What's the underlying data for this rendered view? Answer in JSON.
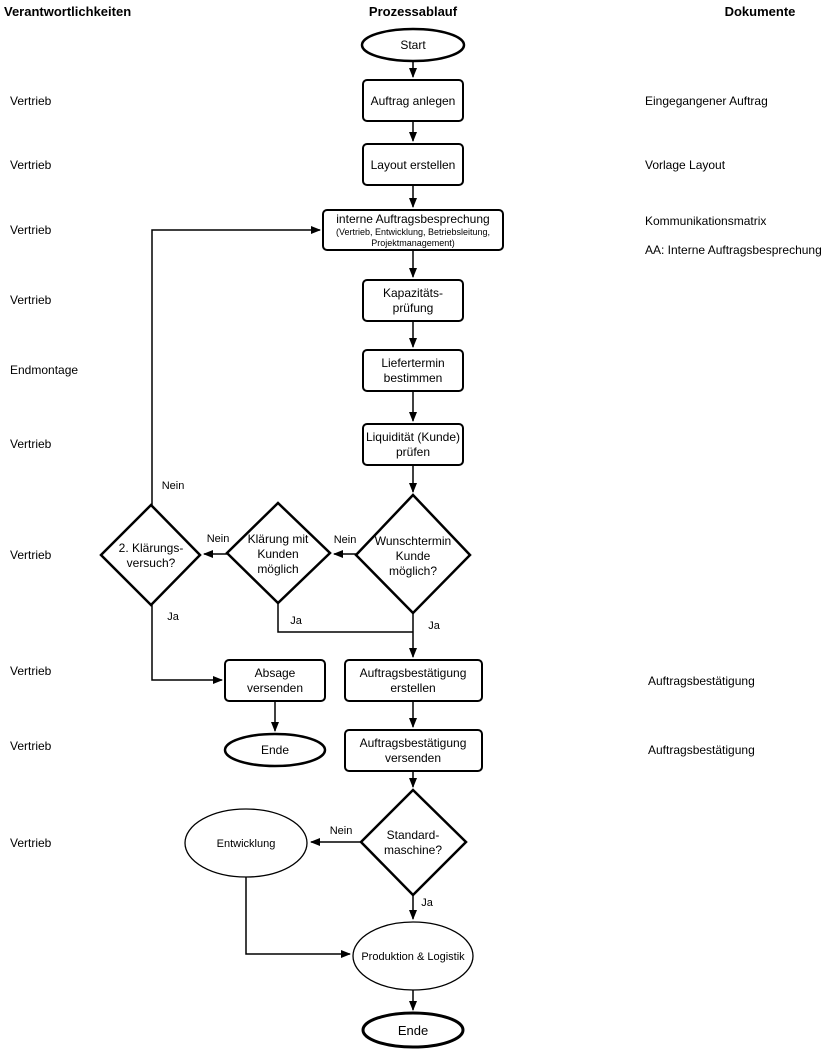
{
  "header": {
    "responsibilities": "Verantwortlichkeiten",
    "process": "Prozessablauf",
    "documents": "Dokumente"
  },
  "responsibilities": [
    "Vertrieb",
    "Vertrieb",
    "Vertrieb",
    "Vertrieb",
    "Endmontage",
    "Vertrieb",
    "Vertrieb",
    "Vertrieb",
    "Vertrieb",
    "Vertrieb"
  ],
  "documents": [
    "Eingegangener Auftrag",
    "Vorlage Layout",
    "Kommunikationsmatrix",
    "AA: Interne Auftragsbesprechung",
    "Auftragsbestätigung",
    "Auftragsbestätigung"
  ],
  "nodes": {
    "start": {
      "type": "terminator",
      "label": "Start"
    },
    "auftrag_anlegen": {
      "type": "process",
      "line1": "Auftrag anlegen"
    },
    "layout_erstellen": {
      "type": "process",
      "line1": "Layout erstellen"
    },
    "interne_besprechung": {
      "type": "process",
      "line1": "interne Auftragsbesprechung",
      "line2": "(Vertrieb, Entwicklung, Betriebsleitung,",
      "line3": "Projektmanagement)"
    },
    "kapazitaetspruefung": {
      "type": "process",
      "line1": "Kapazitäts-",
      "line2": "prüfung"
    },
    "liefertermin": {
      "type": "process",
      "line1": "Liefertermin",
      "line2": "bestimmen"
    },
    "liquiditaet": {
      "type": "process",
      "line1": "Liquidität (Kunde)",
      "line2": "prüfen"
    },
    "wunschtermin": {
      "type": "decision",
      "line1": "Wunschtermin",
      "line2": "Kunde",
      "line3": "möglich?"
    },
    "klaerung": {
      "type": "decision",
      "line1": "Klärung mit",
      "line2": "Kunden",
      "line3": "möglich"
    },
    "klaerungsversuch": {
      "type": "decision",
      "line1": "2. Klärungs-",
      "line2": "versuch?"
    },
    "absage": {
      "type": "process",
      "line1": "Absage",
      "line2": "versenden"
    },
    "bestaetigung_erstellen": {
      "type": "process",
      "line1": "Auftragsbestätigung",
      "line2": "erstellen"
    },
    "ende_absage": {
      "type": "terminator",
      "label": "Ende"
    },
    "bestaetigung_versenden": {
      "type": "process",
      "line1": "Auftragsbestätigung",
      "line2": "versenden"
    },
    "standardmaschine": {
      "type": "decision",
      "line1": "Standard-",
      "line2": "maschine?"
    },
    "entwicklung": {
      "type": "subprocess",
      "label": "Entwicklung"
    },
    "produktion_logistik": {
      "type": "subprocess",
      "label": "Produktion & Logistik"
    },
    "ende": {
      "type": "terminator",
      "label": "Ende"
    }
  },
  "edge_labels": {
    "wunschtermin_nein": "Nein",
    "wunschtermin_ja": "Ja",
    "klaerung_nein": "Nein",
    "klaerung_ja": "Ja",
    "klaerungsversuch_nein": "Nein",
    "klaerungsversuch_ja": "Ja",
    "standardmaschine_nein": "Nein",
    "standardmaschine_ja": "Ja"
  },
  "colors": {
    "stroke": "#000000",
    "background": "#ffffff",
    "text": "#000000"
  }
}
